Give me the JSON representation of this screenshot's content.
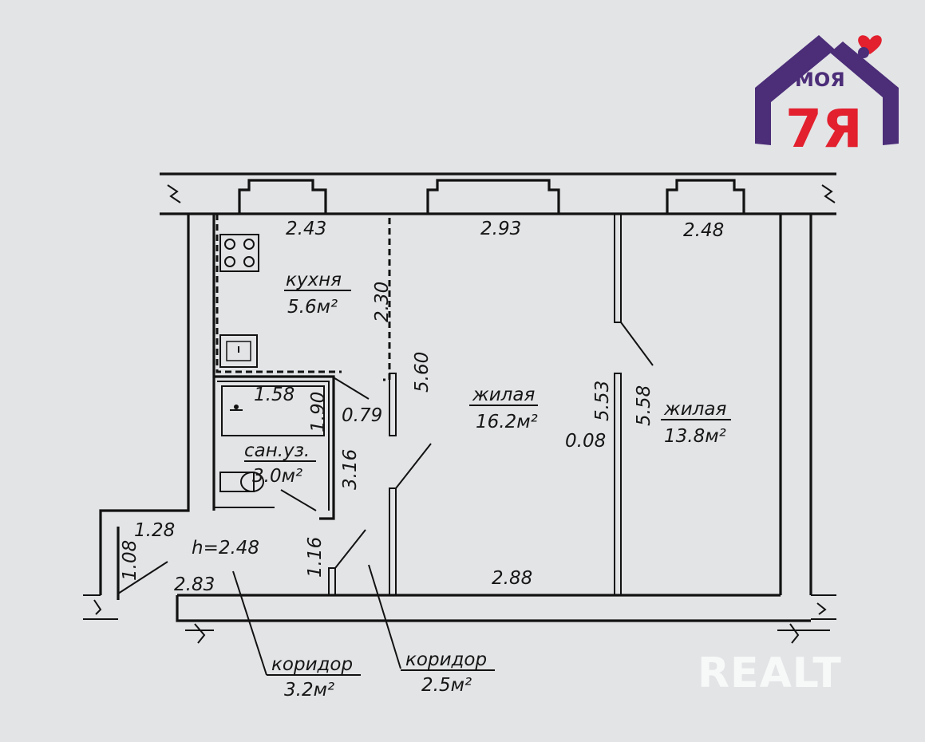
{
  "logo": {
    "top_text": "МОЯ",
    "bottom_text": "7Я",
    "colors": {
      "roof": "#4b2d78",
      "bottom": "#e2202e",
      "heart": "#e2202e"
    }
  },
  "watermark": "REALT",
  "rooms": {
    "kitchen": {
      "name": "кухня",
      "area": "5.6м²"
    },
    "living_1": {
      "name": "жилая",
      "area": "16.2м²"
    },
    "living_2": {
      "name": "жилая",
      "area": "13.8м²"
    },
    "bathroom": {
      "name": "сан.уз.",
      "area": "3.0м²"
    },
    "corridor_1": {
      "name": "коридор",
      "area": "3.2м²"
    },
    "corridor_2": {
      "name": "коридор",
      "area": "2.5м²"
    }
  },
  "dimensions": {
    "kitchen_top": "2.43",
    "living1_top": "2.93",
    "living2_top": "2.48",
    "kitchen_side": "2.30",
    "living1_left": "5.60",
    "partition_height": "5.53",
    "living2_left": "5.58",
    "partition_thickness": "0.08",
    "bath_width": "1.58",
    "bath_depth": "1.90",
    "door_width": "0.79",
    "bath_side": "3.16",
    "corridor_top": "1.28",
    "corridor_left": "1.08",
    "ceiling_height": "h=2.48",
    "corridor_bottom": "2.83",
    "corridor2_side": "1.16",
    "living1_bottom": "2.88"
  }
}
